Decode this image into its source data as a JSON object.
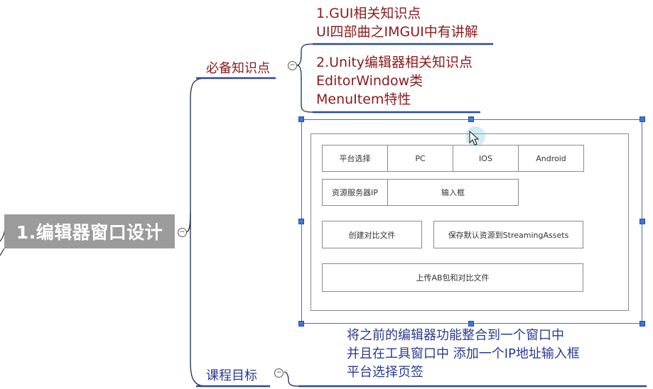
{
  "root": {
    "label": "1.编辑器窗口设计"
  },
  "branch_prereq": {
    "label": "必备知识点",
    "note1": [
      "1.GUI相关知识点",
      "UI四部曲之IMGUI中有讲解"
    ],
    "note2": [
      "2.Unity编辑器相关知识点",
      "EditorWindow类",
      "MenuItem特性"
    ]
  },
  "mockup": {
    "platform_label": "平台选择",
    "platform_tabs": [
      "PC",
      "IOS",
      "Android"
    ],
    "server_ip_label": "资源服务器IP",
    "input_box": "输入框",
    "create_compare_button": "创建对比文件",
    "save_default_button": "保存默认资源到StreamingAssets",
    "upload_button": "上传AB包和对比文件"
  },
  "branch_goal": {
    "label": "课程目标",
    "lines": [
      "将之前的编辑器功能整合到一个窗口中",
      "并且在工具窗口中 添加一个IP地址输入框",
      "平台选择页签"
    ]
  },
  "colors": {
    "line": "#1e2a4a",
    "underline_blue": "#2b4a9a",
    "red_text": "#8b1a1a",
    "blue_text": "#2b3a8f"
  }
}
